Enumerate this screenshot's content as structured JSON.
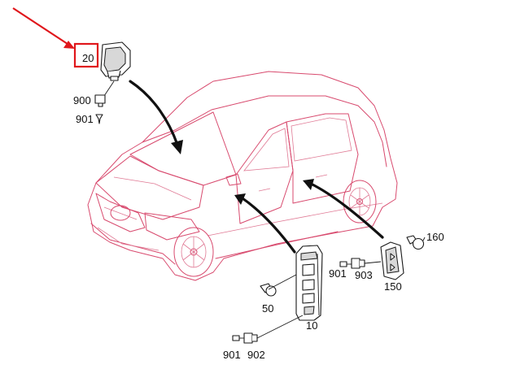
{
  "colors": {
    "car_outline": "#d84a6e",
    "highlight": "#e0161b",
    "parts": "#1a1a1a"
  },
  "labels": {
    "p20": "20",
    "p900": "900",
    "p901a": "901",
    "p160": "160",
    "p901b": "901",
    "p903": "903",
    "p150": "150",
    "p50": "50",
    "p10": "10",
    "p901c": "901",
    "p902": "902"
  },
  "highlight": {
    "target_label": "20"
  }
}
